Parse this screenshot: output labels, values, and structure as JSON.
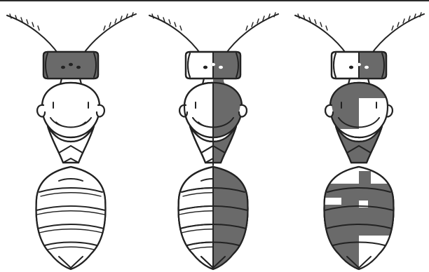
{
  "figure": {
    "colors": {
      "shade": "#6a6a6a",
      "outline": "#222222",
      "background": "#ffffff"
    },
    "panels": [
      {
        "id": "left",
        "head": "full",
        "thorax": "none",
        "abdomen": "none"
      },
      {
        "id": "middle",
        "head": "right",
        "thorax": "right",
        "abdomen": "right"
      },
      {
        "id": "right",
        "head": "right",
        "thorax": "patched",
        "abdomen": "patched"
      }
    ]
  }
}
